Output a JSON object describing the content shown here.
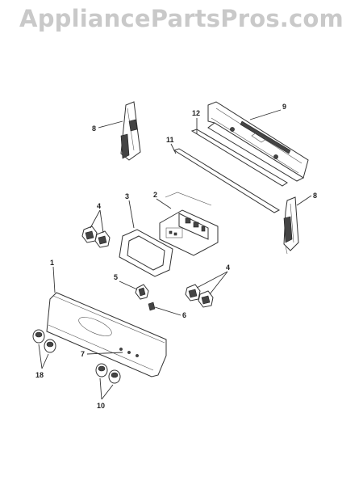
{
  "watermark": "AppliancePartsPros.com",
  "callouts": {
    "c1": "1",
    "c2": "2",
    "c3": "3",
    "c4a": "4",
    "c4b": "4",
    "c5": "5",
    "c6": "6",
    "c7": "7",
    "c8a": "8",
    "c8b": "8",
    "c9": "9",
    "c10": "10",
    "c11": "11",
    "c12": "12",
    "c18": "18"
  }
}
